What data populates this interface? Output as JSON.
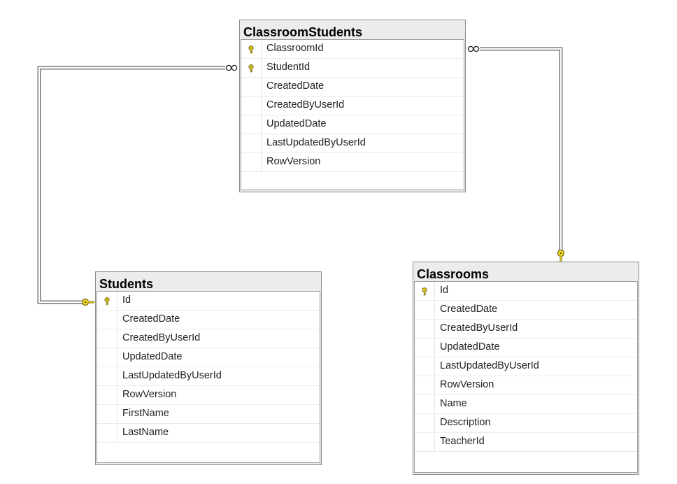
{
  "tables": {
    "classroom_students": {
      "title": "ClassroomStudents",
      "columns": [
        {
          "name": "ClassroomId",
          "key": true
        },
        {
          "name": "StudentId",
          "key": true
        },
        {
          "name": "CreatedDate",
          "key": false
        },
        {
          "name": "CreatedByUserId",
          "key": false
        },
        {
          "name": "UpdatedDate",
          "key": false
        },
        {
          "name": "LastUpdatedByUserId",
          "key": false
        },
        {
          "name": "RowVersion",
          "key": false
        }
      ]
    },
    "students": {
      "title": "Students",
      "columns": [
        {
          "name": "Id",
          "key": true
        },
        {
          "name": "CreatedDate",
          "key": false
        },
        {
          "name": "CreatedByUserId",
          "key": false
        },
        {
          "name": "UpdatedDate",
          "key": false
        },
        {
          "name": "LastUpdatedByUserId",
          "key": false
        },
        {
          "name": "RowVersion",
          "key": false
        },
        {
          "name": "FirstName",
          "key": false
        },
        {
          "name": "LastName",
          "key": false
        }
      ]
    },
    "classrooms": {
      "title": "Classrooms",
      "columns": [
        {
          "name": "Id",
          "key": true
        },
        {
          "name": "CreatedDate",
          "key": false
        },
        {
          "name": "CreatedByUserId",
          "key": false
        },
        {
          "name": "UpdatedDate",
          "key": false
        },
        {
          "name": "LastUpdatedByUserId",
          "key": false
        },
        {
          "name": "RowVersion",
          "key": false
        },
        {
          "name": "Name",
          "key": false
        },
        {
          "name": "Description",
          "key": false
        },
        {
          "name": "TeacherId",
          "key": false
        }
      ]
    }
  },
  "relationships": [
    {
      "from": "classroom_students",
      "to": "students",
      "from_end": "many-infinity",
      "to_end": "one-key"
    },
    {
      "from": "classroom_students",
      "to": "classrooms",
      "from_end": "many-infinity",
      "to_end": "one-key"
    }
  ],
  "colors": {
    "key_icon": "#f2e22e",
    "connector": "#7a7a7a",
    "header_bg": "#ececec"
  }
}
